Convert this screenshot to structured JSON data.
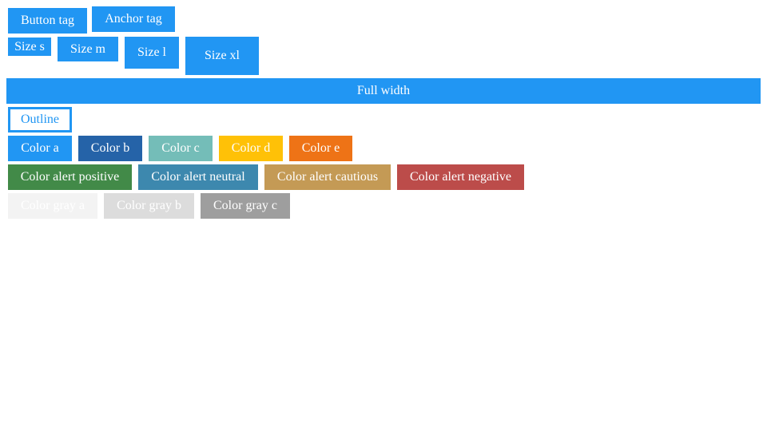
{
  "tags": {
    "button_tag": "Button tag",
    "anchor_tag": "Anchor tag"
  },
  "sizes": {
    "s": "Size s",
    "m": "Size m",
    "l": "Size l",
    "xl": "Size xl"
  },
  "full_width": "Full width",
  "outline": "Outline",
  "colors": {
    "items": [
      {
        "label": "Color a",
        "color": "#2196f3"
      },
      {
        "label": "Color b",
        "color": "#2563a8"
      },
      {
        "label": "Color c",
        "color": "#74bdb8"
      },
      {
        "label": "Color d",
        "color": "#ffc107"
      },
      {
        "label": "Color e",
        "color": "#ee7316"
      }
    ]
  },
  "alerts": {
    "items": [
      {
        "label": "Color alert positive",
        "color": "#428a48"
      },
      {
        "label": "Color alert neutral",
        "color": "#3d88ae"
      },
      {
        "label": "Color alert cautious",
        "color": "#c49a55"
      },
      {
        "label": "Color alert negative",
        "color": "#bc4c4a"
      }
    ]
  },
  "grays": {
    "items": [
      {
        "label": "Color gray a",
        "color": "#f3f3f3"
      },
      {
        "label": "Color gray b",
        "color": "#dcdcdc"
      },
      {
        "label": "Color gray c",
        "color": "#9e9e9e"
      }
    ]
  },
  "accent_color": "#2196f3"
}
